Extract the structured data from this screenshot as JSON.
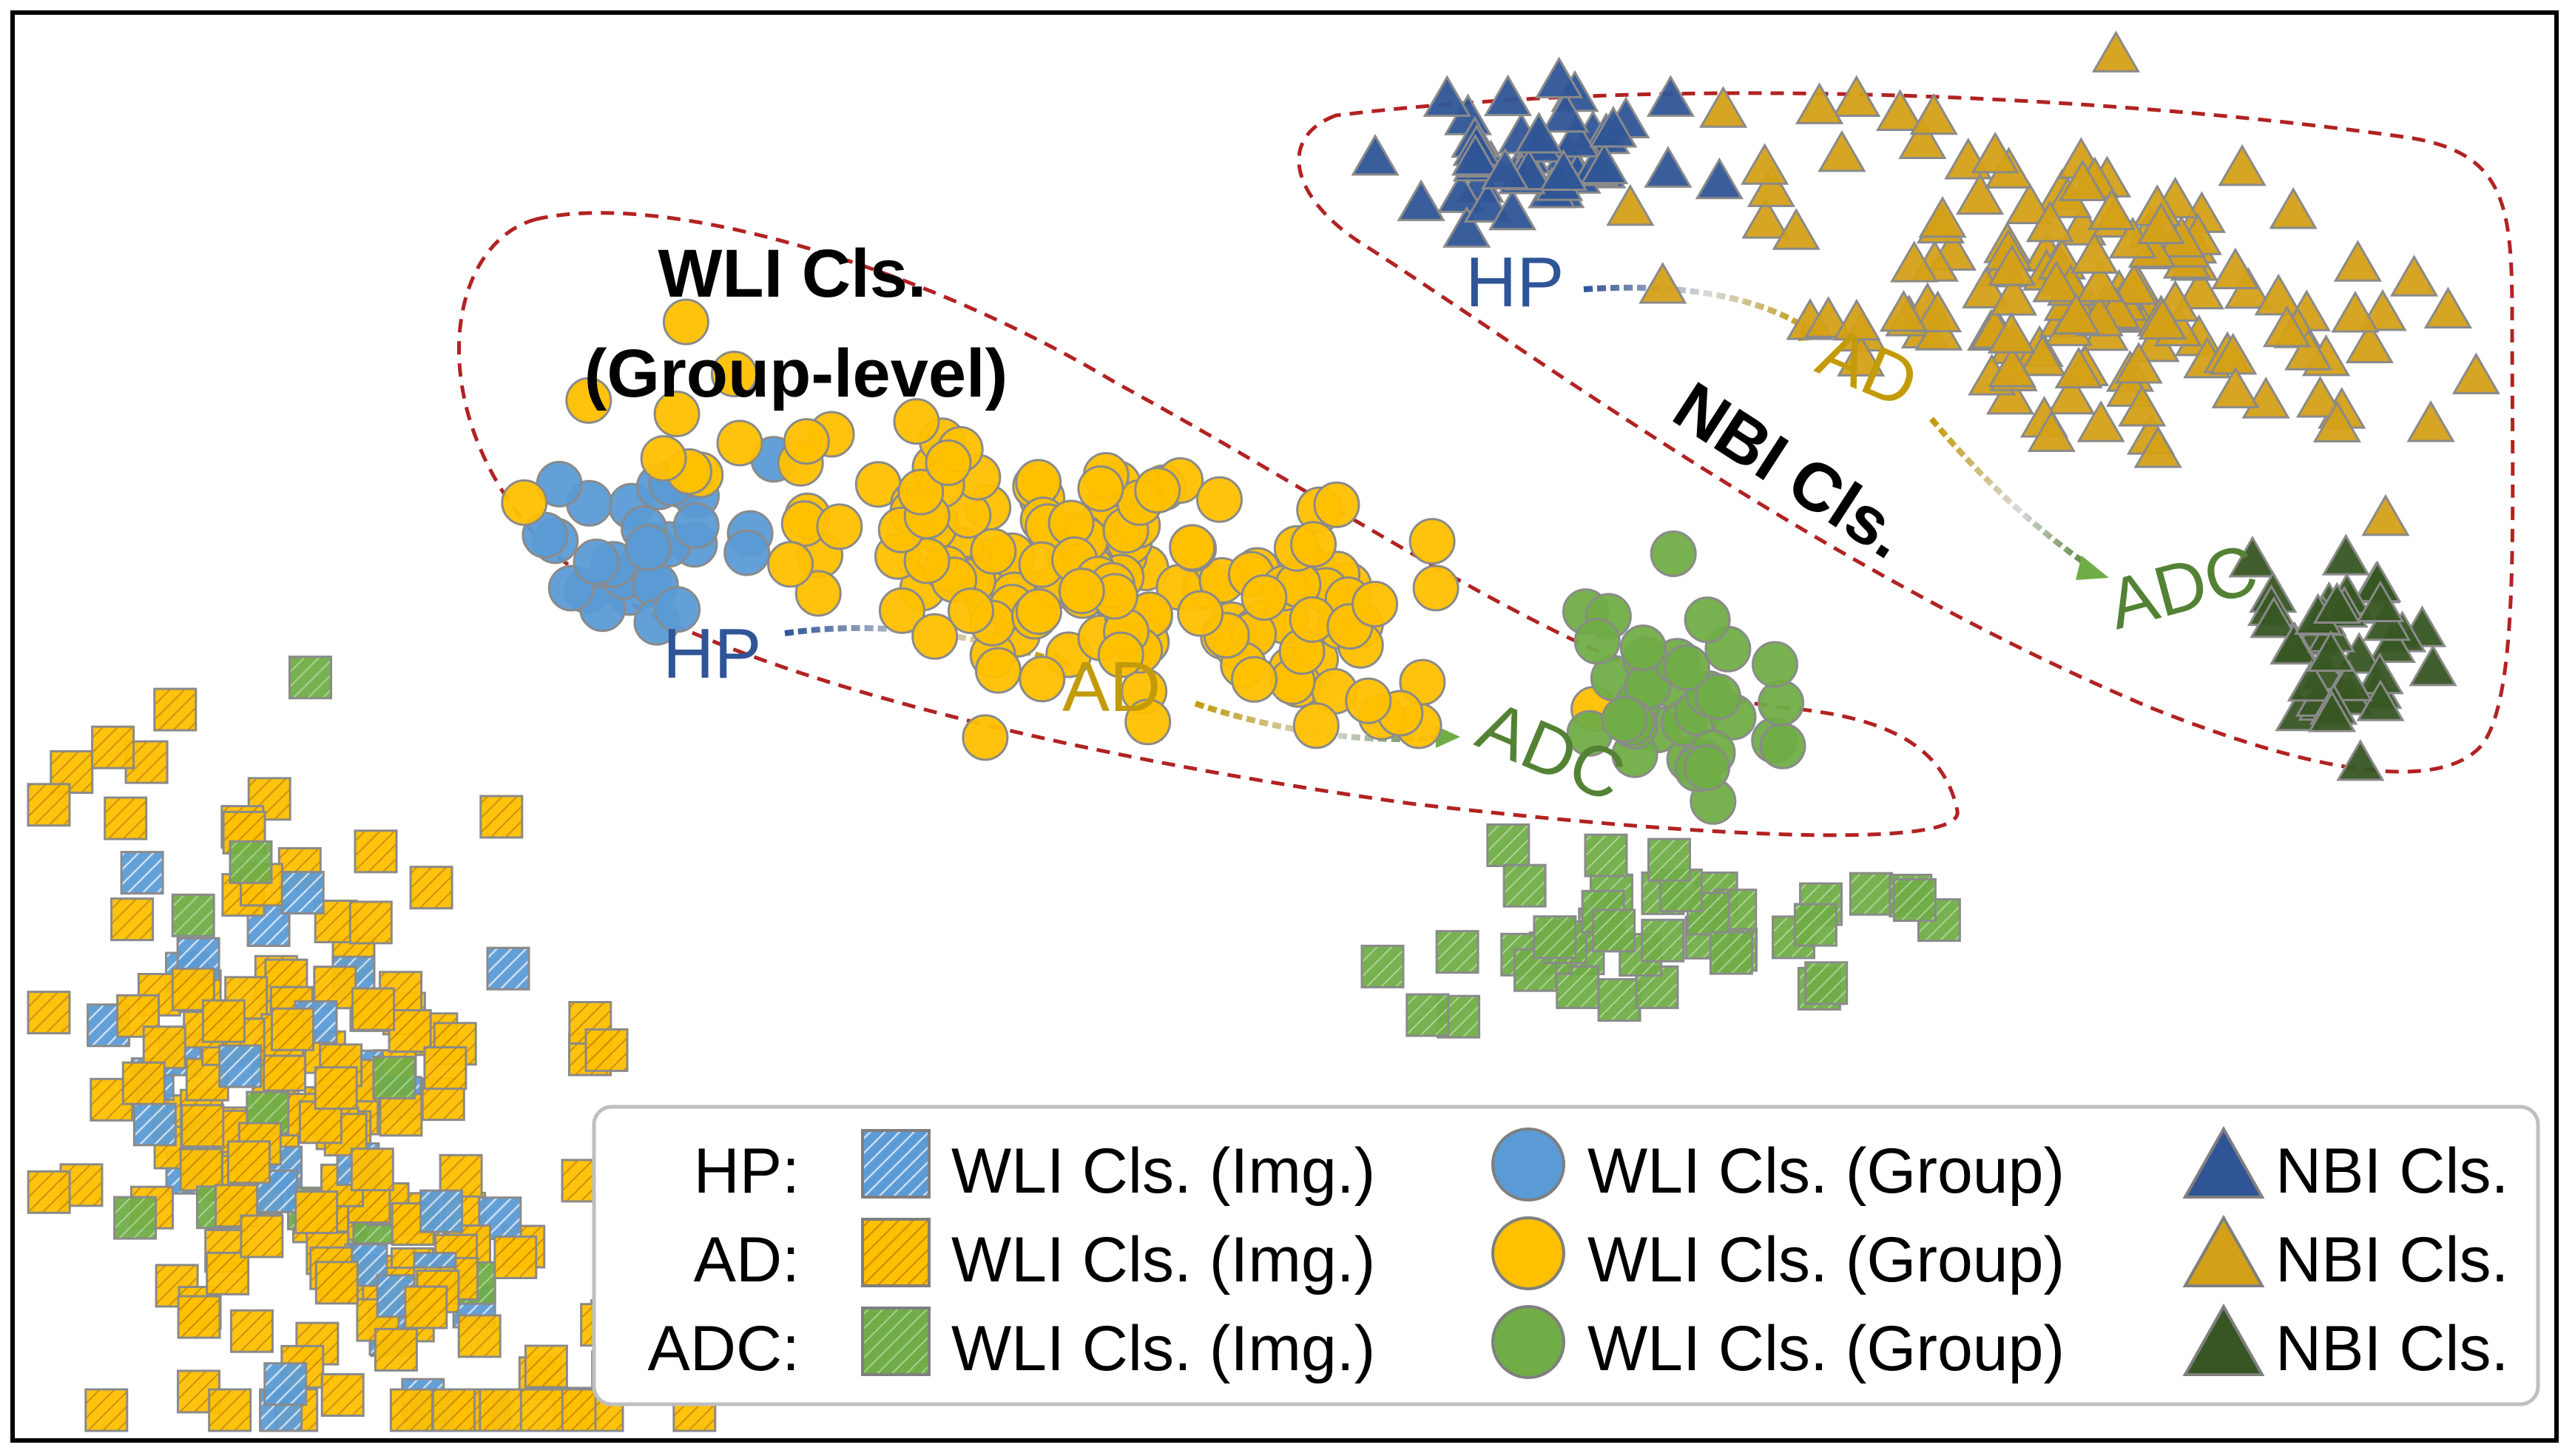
{
  "chart_data": {
    "type": "scatter",
    "title": "",
    "xlabel": "",
    "ylabel": "",
    "grid": false,
    "legend_position": "bottom-right",
    "colors": {
      "hp": "#5b9bd5",
      "ad": "#ffc000",
      "adc": "#70ad47",
      "hp_nbi": "#2f5597",
      "ad_nbi": "#d4a017",
      "adc_nbi": "#375623",
      "outline": "#8a8a8a",
      "region_border": "#b22222",
      "hp_text": "#2f5597",
      "ad_text": "#c39b0a",
      "adc_text": "#548235"
    },
    "groups": {
      "wli_group": {
        "label_line1": "WLI Cls.",
        "label_line2": "(Group-level)",
        "arrow_labels": [
          "HP",
          "AD",
          "ADC"
        ]
      },
      "nbi": {
        "label": "NBI Cls.",
        "arrow_labels": [
          "HP",
          "AD",
          "ADC"
        ]
      }
    },
    "clusters": [
      {
        "key": "wli_img_mix",
        "series": "WLI Cls. (Img.)",
        "classes": [
          "HP",
          "AD",
          "ADC"
        ],
        "marker": "hatched-square",
        "approx_points": 200
      },
      {
        "key": "wli_img_adc_main",
        "series": "WLI Cls. (Img.)",
        "classes": [
          "ADC"
        ],
        "marker": "hatched-square",
        "approx_points": 40
      },
      {
        "key": "wli_group_hp",
        "series": "WLI Cls. (Group)",
        "classes": [
          "HP"
        ],
        "marker": "circle",
        "approx_points": 30
      },
      {
        "key": "wli_group_ad",
        "series": "WLI Cls. (Group)",
        "classes": [
          "AD"
        ],
        "marker": "circle",
        "approx_points": 170
      },
      {
        "key": "wli_group_adc",
        "series": "WLI Cls. (Group)",
        "classes": [
          "ADC"
        ],
        "marker": "circle",
        "approx_points": 35
      },
      {
        "key": "nbi_hp",
        "series": "NBI Cls.",
        "classes": [
          "HP"
        ],
        "marker": "triangle",
        "approx_points": 45
      },
      {
        "key": "nbi_ad",
        "series": "NBI Cls.",
        "classes": [
          "AD"
        ],
        "marker": "triangle",
        "approx_points": 150
      },
      {
        "key": "nbi_adc",
        "series": "NBI Cls.",
        "classes": [
          "ADC"
        ],
        "marker": "triangle",
        "approx_points": 40
      }
    ],
    "legend": {
      "rows": [
        {
          "class": "HP:",
          "items": [
            "WLI Cls. (Img.)",
            "WLI Cls. (Group)",
            "NBI Cls."
          ]
        },
        {
          "class": "AD:",
          "items": [
            "WLI Cls. (Img.)",
            "WLI Cls. (Group)",
            "NBI Cls."
          ]
        },
        {
          "class": "ADC:",
          "items": [
            "WLI Cls. (Img.)",
            "WLI Cls. (Group)",
            "NBI Cls."
          ]
        }
      ]
    }
  }
}
